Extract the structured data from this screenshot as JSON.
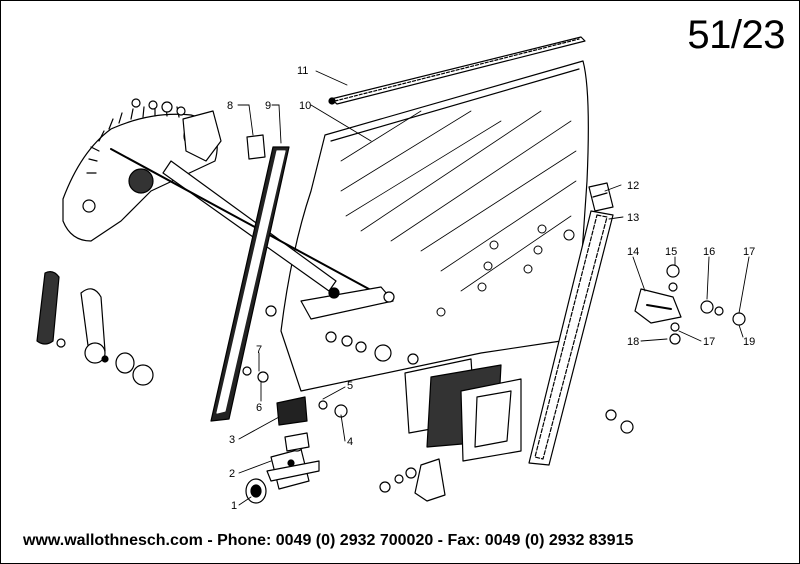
{
  "page_number": "51/23",
  "footer": "www.wallothnesch.com - Phone: 0049 (0) 2932 700020 - Fax: 0049 (0) 2932 83915",
  "callouts": [
    "1",
    "2",
    "3",
    "4",
    "5",
    "6",
    "7",
    "8",
    "9",
    "10",
    "11",
    "12",
    "13",
    "14",
    "15",
    "16",
    "17",
    "17",
    "18",
    "19"
  ]
}
